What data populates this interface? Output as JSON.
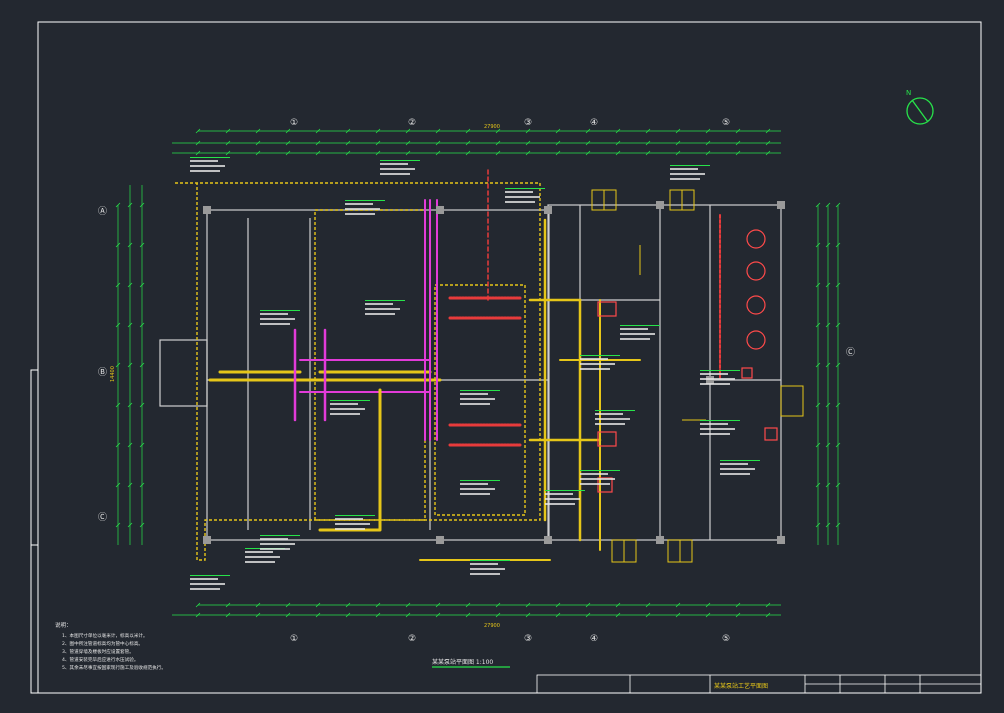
{
  "colors": {
    "background": "#232830",
    "frame": "#ffffff",
    "dimension": "#27e34a",
    "grid_bubble": "#e6e6e6",
    "pipe_yellow": "#e6c619",
    "pipe_magenta": "#e23bd9",
    "pipe_red": "#e83b3b",
    "wall": "#cfcfcf",
    "equipment": "#ff4a4a"
  },
  "drawing": {
    "north_arrow_icon": "north-arrow-icon",
    "axes_top": [
      "①",
      "②",
      "③",
      "④",
      "⑤"
    ],
    "axes_bottom": [
      "①",
      "②",
      "③",
      "④",
      "⑤"
    ],
    "axes_left": [
      "Ⓐ",
      "Ⓑ",
      "Ⓒ"
    ],
    "axis_right": "Ⓒ",
    "overall_top": "27900",
    "overall_bottom": "27900",
    "overall_left": "14400",
    "notes_heading": "说明：",
    "notes": [
      "1、本图尺寸单位以毫米计，标高以米计。",
      "2、图中所注管道标高均为管中心标高。",
      "3、管道穿墙及楼板时应设置套管。",
      "4、管道安装完毕后应进行水压试验。",
      "5、其余未尽事宜按国家现行施工及验收规范执行。"
    ],
    "plan_title": "某某泵站平面图 1:100",
    "title_block_name": "某某泵站工艺平面图"
  }
}
